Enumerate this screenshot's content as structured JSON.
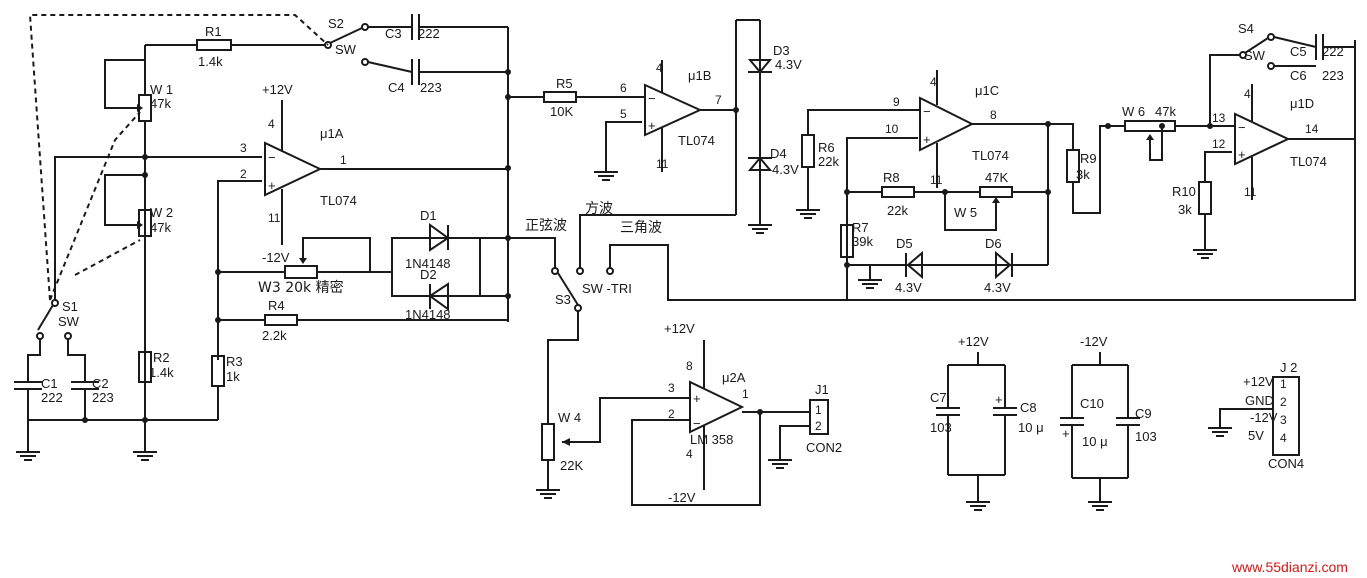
{
  "labels": {
    "r1": "R1",
    "r1v": "1.4k",
    "s2": "S2",
    "s2sw": "SW",
    "c3": "C3",
    "c3v": "222",
    "c4": "C4",
    "c4v": "223",
    "w1": "W 1",
    "w1v": "47k",
    "w2": "W 2",
    "w2v": "47k",
    "p12a": "+12V",
    "m12a": "-12V",
    "u1a": "μ1A",
    "tl1": "TL074",
    "p3": "3",
    "p2": "2",
    "p1": "1",
    "p4a": "4",
    "p11a": "11",
    "d1": "D1",
    "d1v": "1N4148",
    "d2": "D2",
    "d2v": "1N4148",
    "w3": "W3 20k 精密",
    "r4": "R4",
    "r4v": "2.2k",
    "r5": "R5",
    "r5v": "10K",
    "u1b": "μ1B",
    "tl2": "TL074",
    "p6": "6",
    "p5": "5",
    "p7": "7",
    "p4b": "4",
    "p11b": "11",
    "d3": "D3",
    "d3v": "4.3V",
    "d4": "D4",
    "d4v": "4.3V",
    "sine": "正弦波",
    "square": "方波",
    "tri": "三角波",
    "s3": "S3",
    "s3sw": "SW -TRI",
    "s1": "S1",
    "s1sw": "SW",
    "c1": "C1",
    "c1v": "222",
    "c2": "C2",
    "c2v": "223",
    "r2": "R2",
    "r2v": "1.4k",
    "r3": "R3",
    "r3v": "1k",
    "w4": "W 4",
    "w4v": "22K",
    "p12b": "+12V",
    "m12b": "-12V",
    "u2a": "μ2A",
    "lm": "LM 358",
    "p3b": "3",
    "p2b": "2",
    "p1b": "1",
    "p8b": "8",
    "p4c": "4",
    "j1": "J1",
    "j1p1": "1",
    "j1p2": "2",
    "con2": "CON2",
    "r6": "R6",
    "r6v": "22k",
    "p9": "9",
    "p10": "10",
    "p8": "8",
    "p4d": "4",
    "p11d": "11",
    "u1c": "μ1C",
    "tl3": "TL074",
    "r8": "R8",
    "r8v": "22k",
    "w5v": "47K",
    "w5": "W 5",
    "r7": "R7",
    "r7v": "39k",
    "d5": "D5",
    "d5v": "4.3V",
    "d6": "D6",
    "d6v": "4.3V",
    "r9": "R9",
    "r9v": "3k",
    "w6": "W 6",
    "w6v": "47k",
    "s4": "S4",
    "s4sw": "SW",
    "c5": "C5",
    "c5v": "222",
    "c6": "C6",
    "c6v": "223",
    "p13": "13",
    "p12": "12",
    "p14": "14",
    "p4e": "4",
    "p11e": "11",
    "u1d": "μ1D",
    "tl4": "TL074",
    "r10": "R10",
    "r10v": "3k",
    "p12c": "+12V",
    "c7": "C7",
    "c7v": "103",
    "c8": "C8",
    "c8v": "10 μ",
    "m12c": "-12V",
    "c10": "C10",
    "c10v": "10 μ",
    "c9": "C9",
    "c9v": "103",
    "j2": "J 2",
    "j2a": "+12V",
    "j2b": "GND",
    "j2c": "-12V",
    "j2d": "5V",
    "j2n1": "1",
    "j2n2": "2",
    "j2n3": "3",
    "j2n4": "4",
    "con4": "CON4",
    "watermark": "www.55dianzi.com"
  }
}
